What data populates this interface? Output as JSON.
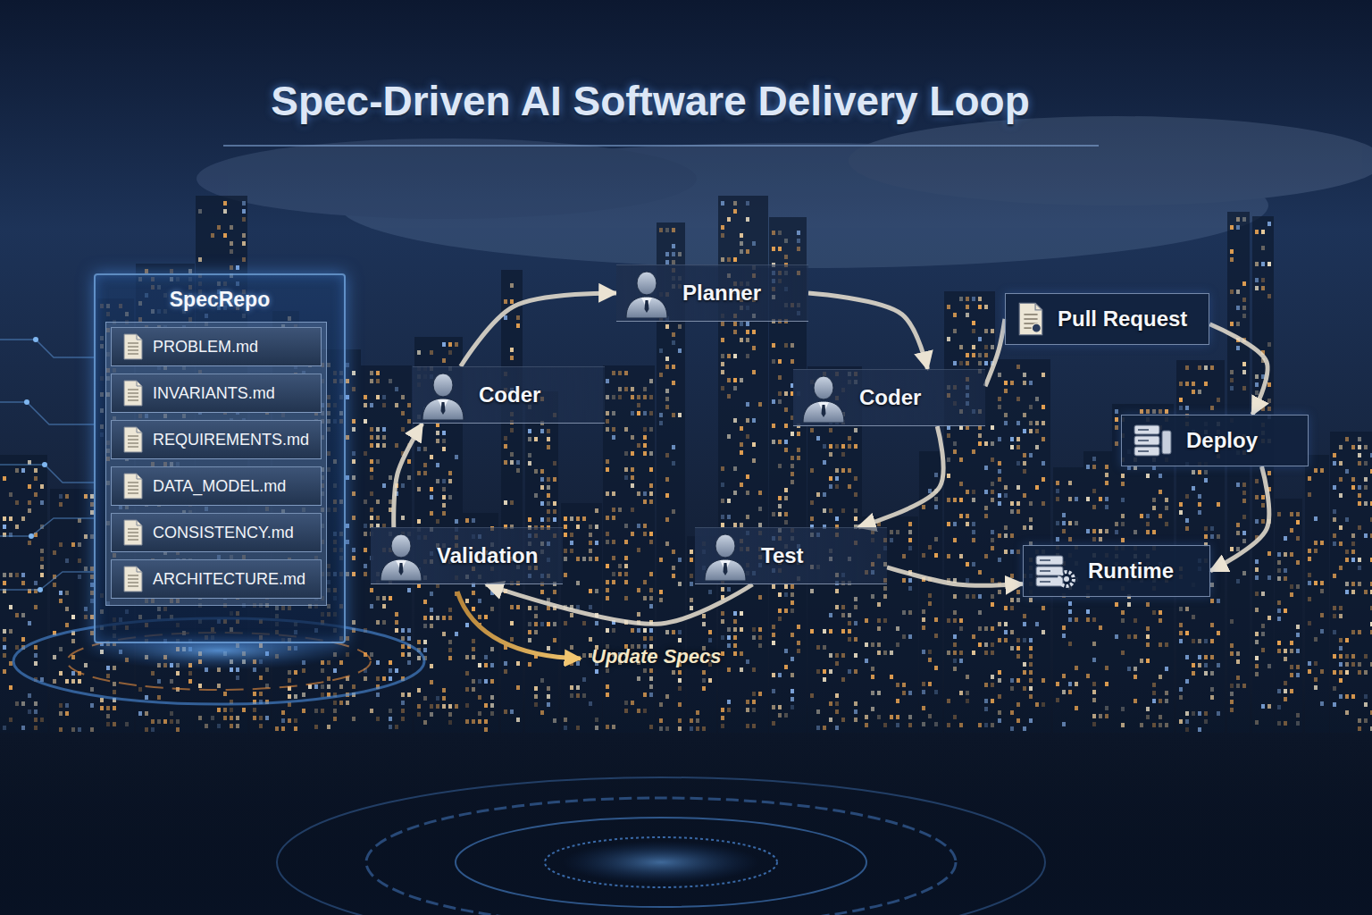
{
  "diagram": {
    "title": "Spec-Driven AI Software Delivery Loop",
    "nodes": [
      {
        "text": [
          "SpecRepo"
        ]
      },
      {
        "text": [
          "PROBLEM.md"
        ],
        "in": 0
      },
      {
        "text": [
          "INVARIANTS.md"
        ],
        "in": 0
      },
      {
        "text": [
          "REQUIREMENTS.md"
        ],
        "in": 0
      },
      {
        "text": [
          "DATA_MODEL.md"
        ],
        "in": 0
      },
      {
        "text": [
          "CONSISTENCY.md"
        ],
        "in": 0
      },
      {
        "text": [
          "ARCHITECTURE.md"
        ],
        "in": 0
      },
      {
        "text": [
          "Planner"
        ]
      },
      {
        "text": [
          "Pull Request"
        ]
      },
      {
        "text": [
          "Coder"
        ]
      },
      {
        "text": [
          "Coder"
        ]
      },
      {
        "text": [
          "Deploy"
        ]
      },
      {
        "text": [
          "Validation"
        ]
      },
      {
        "text": [
          "Test"
        ]
      },
      {
        "text": [
          "Runtime"
        ]
      }
    ],
    "edges": [
      {
        "from": 9,
        "to": 7,
        "arrow": "to"
      },
      {
        "from": 7,
        "to": 10,
        "arrow": "to"
      },
      {
        "from": 10,
        "to": 13,
        "arrow": "to"
      },
      {
        "from": 13,
        "to": 12,
        "arrow": "to"
      },
      {
        "from": 12,
        "to": 9,
        "arrow": "to"
      },
      {
        "from": 10,
        "to": 8,
        "arrow": "none"
      },
      {
        "from": 8,
        "to": 11,
        "arrow": "to"
      },
      {
        "from": 11,
        "to": 14,
        "arrow": "to"
      },
      {
        "from": 13,
        "to": 14,
        "arrow": "to"
      }
    ],
    "labels": [
      "Update Specs"
    ]
  }
}
